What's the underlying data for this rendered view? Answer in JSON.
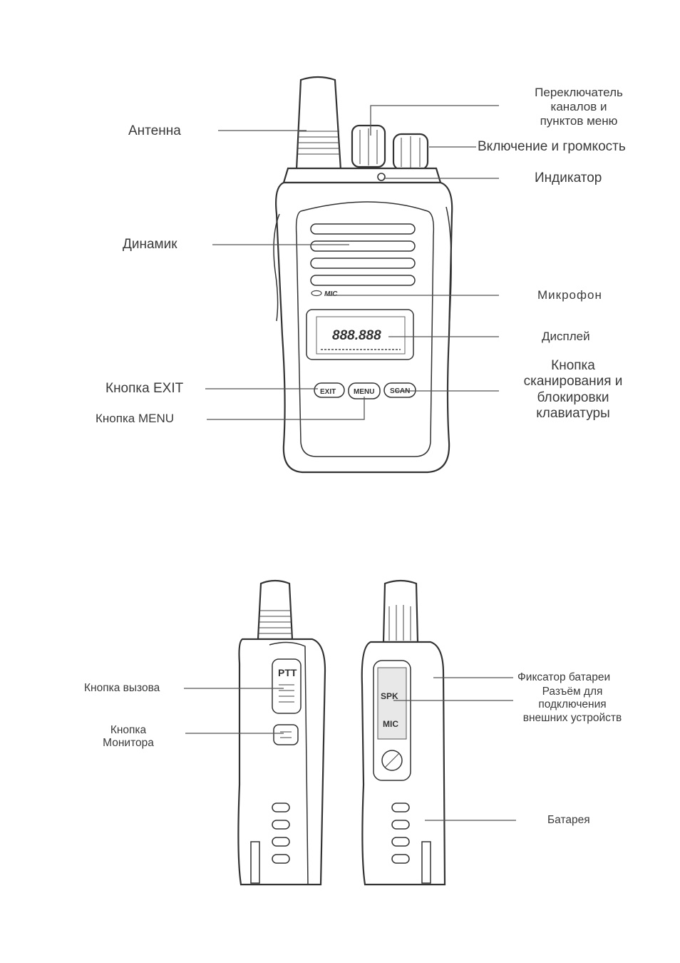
{
  "front": {
    "labels": {
      "antenna": "Антенна",
      "channel_switch": "Переключатель\nканалов и\nпунктов меню",
      "power_volume": "Включение и громкость",
      "indicator": "Индикатор",
      "speaker": "Динамик",
      "microphone": "Микрофон",
      "display": "Дисплей",
      "exit_button": "Кнопка EXIT",
      "menu_button": "Кнопка MENU",
      "scan_lock_button": "Кнопка\nсканирования и\nблокировки\nклавиатуры"
    },
    "device_marks": {
      "mic": "MIC",
      "exit": "EXIT",
      "menu": "MENU",
      "scan": "SCAN",
      "lcd_digits": "888.888"
    }
  },
  "side": {
    "labels": {
      "call_button": "Кнопка вызова",
      "monitor_button": "Кнопка\nМонитора",
      "battery_latch": "Фиксатор батареи",
      "connector": "Разъём для\nподключения\nвнешних устройств",
      "battery": "Батарея"
    },
    "device_marks": {
      "ptt": "PTT",
      "spk": "SPK",
      "mic": "MIC"
    }
  }
}
